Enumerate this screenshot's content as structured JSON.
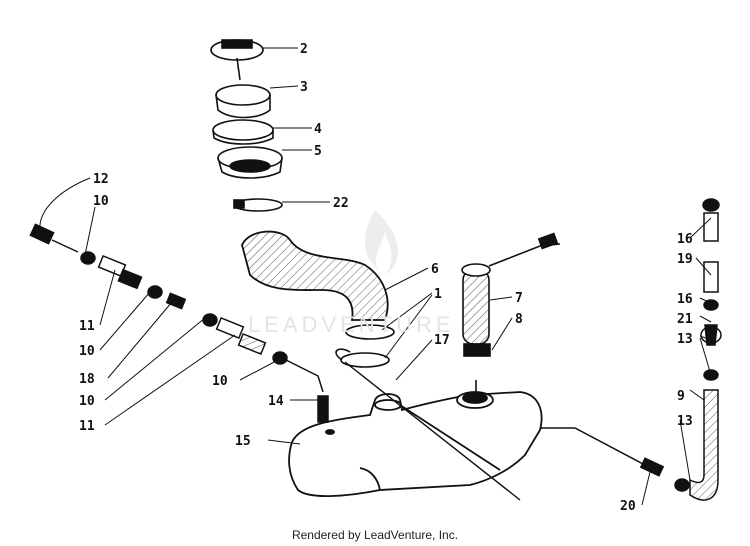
{
  "diagram": {
    "callouts": [
      "1",
      "2",
      "3",
      "4",
      "5",
      "6",
      "7",
      "8",
      "9",
      "10",
      "11",
      "12",
      "13",
      "14",
      "15",
      "16",
      "17",
      "18",
      "19",
      "20",
      "21",
      "22"
    ],
    "watermark": "LEADVENTURE",
    "credit": "Rendered by LeadVenture, Inc."
  },
  "colors": {
    "ink": "#111111",
    "watermark": "#e4e4e4"
  },
  "icons": {
    "watermark_logo": "flame-icon"
  }
}
